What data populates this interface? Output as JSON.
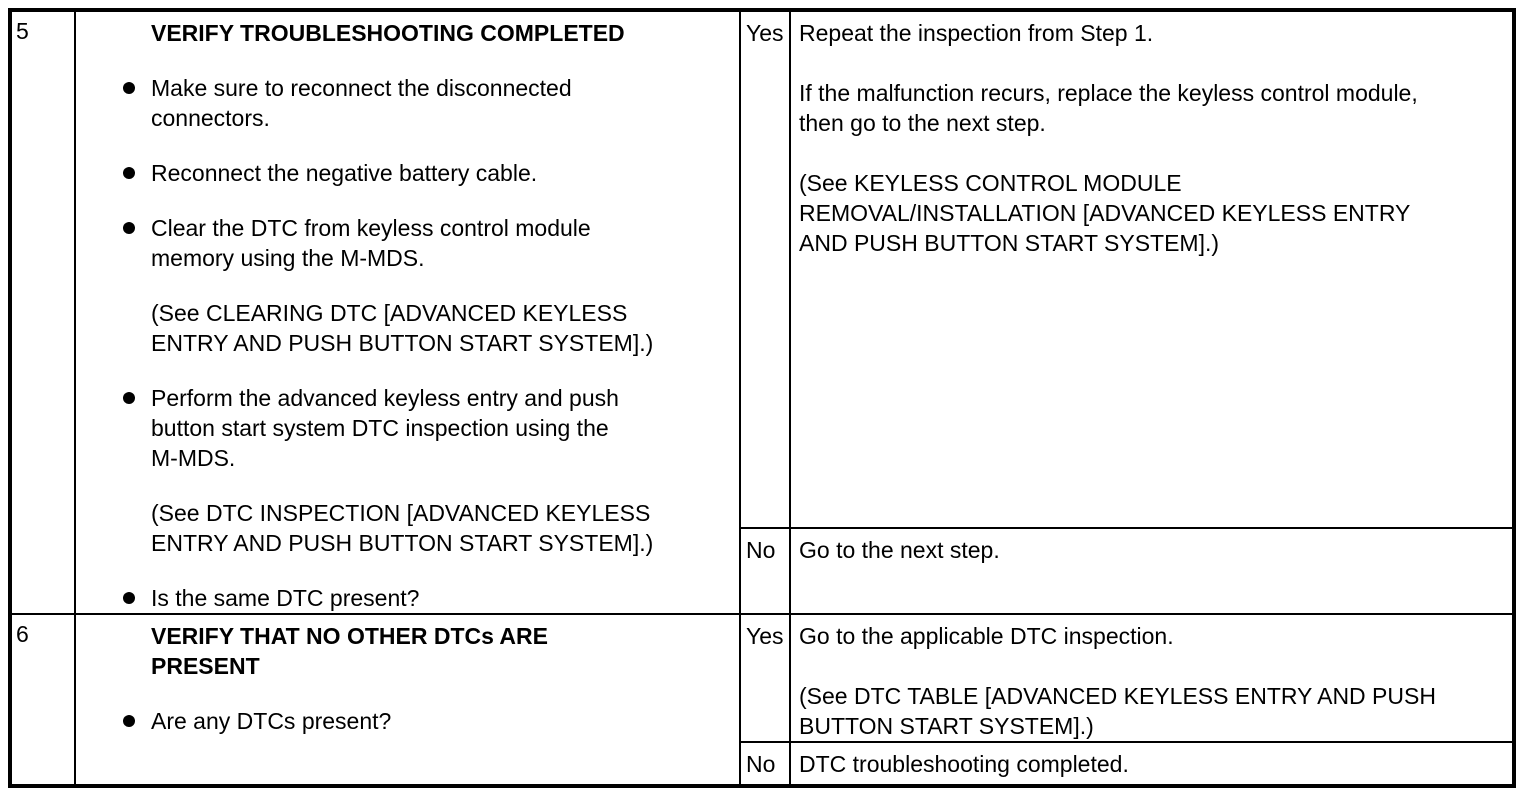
{
  "table": {
    "rows": [
      {
        "step": "5",
        "inspection": {
          "title": "VERIFY TROUBLESHOOTING COMPLETED",
          "items": [
            {
              "type": "bullet",
              "text": "Make sure to reconnect the disconnected\nconnectors."
            },
            {
              "type": "bullet",
              "text": "Reconnect the negative battery cable."
            },
            {
              "type": "bullet",
              "text": "Clear the DTC from keyless control module\nmemory using the M-MDS."
            },
            {
              "type": "note",
              "text": "(See CLEARING DTC [ADVANCED KEYLESS\nENTRY AND PUSH BUTTON START SYSTEM].)"
            },
            {
              "type": "bullet",
              "text": "Perform the advanced keyless entry and push\nbutton start system DTC inspection using the\nM-MDS."
            },
            {
              "type": "note",
              "text": "(See DTC INSPECTION [ADVANCED KEYLESS\nENTRY AND PUSH BUTTON START SYSTEM].)"
            },
            {
              "type": "bullet",
              "text": "Is the same DTC present?"
            }
          ]
        },
        "results": [
          {
            "label": "Yes",
            "action": "Repeat the inspection from Step 1.\n\nIf the malfunction recurs, replace the keyless control module,\nthen go to the next step.\n\n(See KEYLESS CONTROL MODULE\nREMOVAL/INSTALLATION [ADVANCED KEYLESS ENTRY\nAND PUSH BUTTON START SYSTEM].)"
          },
          {
            "label": "No",
            "action": "Go to the next step."
          }
        ]
      },
      {
        "step": "6",
        "inspection": {
          "title": "VERIFY THAT NO OTHER DTCs ARE\nPRESENT",
          "items": [
            {
              "type": "bullet",
              "text": "Are any DTCs present?"
            }
          ]
        },
        "results": [
          {
            "label": "Yes",
            "action": "Go to the applicable DTC inspection.\n\n(See DTC TABLE [ADVANCED KEYLESS ENTRY AND PUSH\nBUTTON START SYSTEM].)"
          },
          {
            "label": "No",
            "action": "DTC troubleshooting completed."
          }
        ]
      }
    ]
  }
}
